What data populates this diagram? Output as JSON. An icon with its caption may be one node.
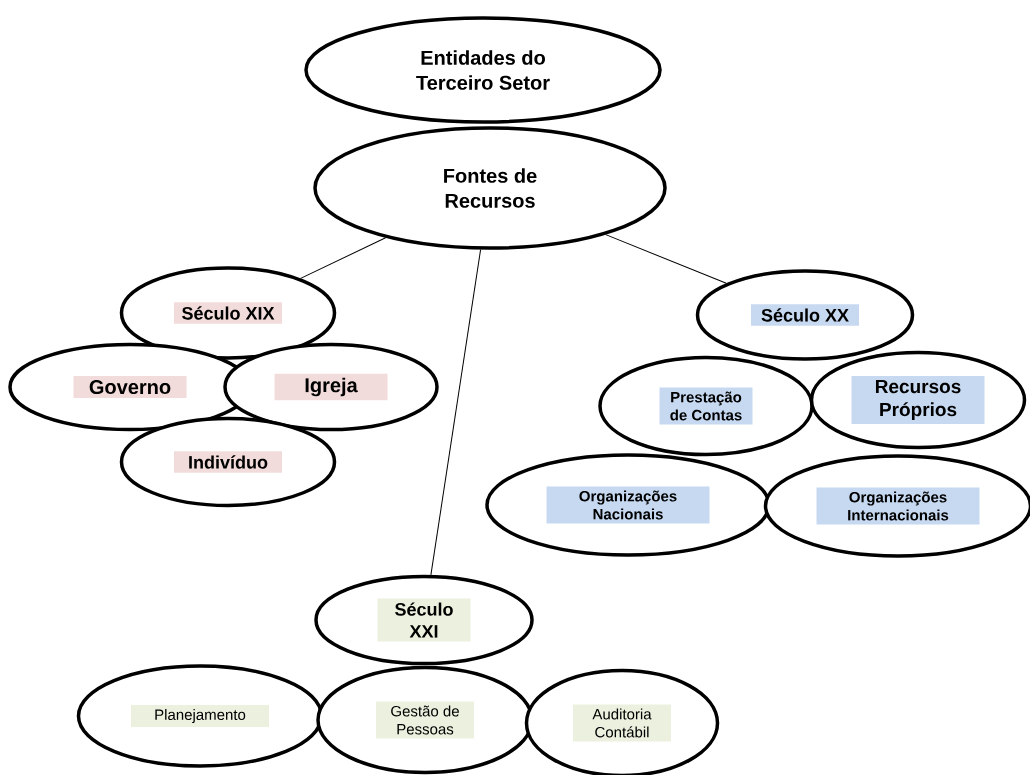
{
  "diagram": {
    "nodes": [
      {
        "text": [
          "Entidades do Terceiro Setor"
        ]
      },
      {
        "text": [
          "Fontes de Recursos"
        ]
      },
      {
        "text": [
          "Século XIX"
        ]
      },
      {
        "text": [
          "Governo"
        ]
      },
      {
        "text": [
          "Igreja"
        ]
      },
      {
        "text": [
          "Indivíduo"
        ]
      },
      {
        "text": [
          "Século XX"
        ]
      },
      {
        "text": [
          "Prestação de Contas"
        ]
      },
      {
        "text": [
          "Recursos Próprios"
        ]
      },
      {
        "text": [
          "Organizações Nacionais"
        ]
      },
      {
        "text": [
          "Organizações Internacionais"
        ]
      },
      {
        "text": [
          "Século XXI"
        ]
      },
      {
        "text": [
          "Planejamento"
        ]
      },
      {
        "text": [
          "Gestão de Pessoas"
        ]
      },
      {
        "text": [
          "Auditoria Contábil"
        ]
      }
    ],
    "edges": [
      {
        "from": 1,
        "to": 2,
        "arrow": "none"
      },
      {
        "from": 1,
        "to": 11,
        "arrow": "none"
      },
      {
        "from": 1,
        "to": 6,
        "arrow": "none"
      }
    ]
  }
}
